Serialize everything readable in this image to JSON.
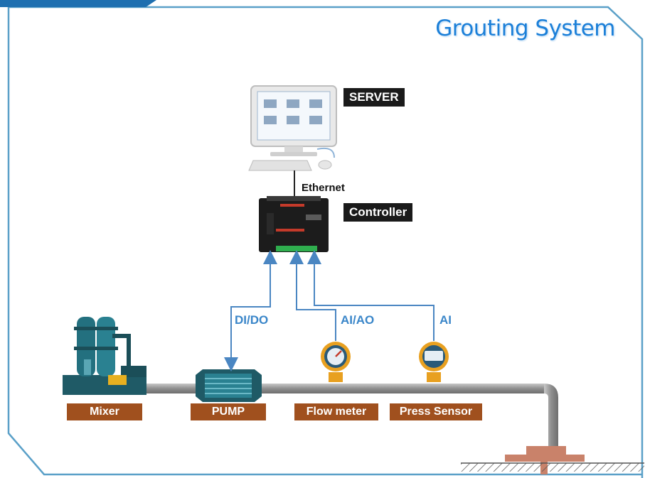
{
  "title": "Grouting System",
  "server_label": "SERVER",
  "link_label": "Ethernet",
  "controller_label": "Controller",
  "signals": {
    "pump": "DI/DO",
    "flow": "AI/AO",
    "press": "AI"
  },
  "devices": {
    "mixer": "Mixer",
    "pump": "PUMP",
    "flow_meter": "Flow meter",
    "press_sensor": "Press Sensor"
  },
  "colors": {
    "frame": "#5aa0c8",
    "title": "#1b7fd8",
    "signal": "#3a86c9",
    "device_tag": "#a0501e",
    "pipe": "#9a9a9a"
  }
}
